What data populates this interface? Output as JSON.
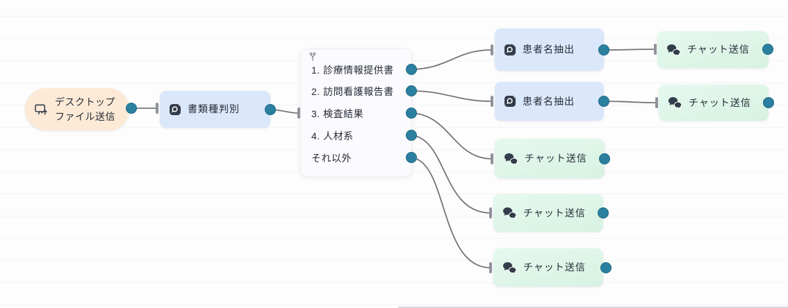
{
  "canvas": {
    "type": "workflow-editor"
  },
  "colors": {
    "port": "#2b80a0",
    "edge": "#74747a",
    "node_trigger_bg": "#fcead7",
    "node_blue_bg": "#dbe7fa",
    "node_green_bg": "#ddf5e7",
    "panel_bg": "#fbfafc",
    "text": "#252b37"
  },
  "icons": {
    "desktop_upload": "desktop-upload-icon",
    "document_search": "document-search-icon",
    "chat_bubbles": "chat-bubbles-icon",
    "branch": "branch-icon"
  },
  "nodes": {
    "desktop_file_send": {
      "label": "デスクトップファイル送信"
    },
    "document_type_classify": {
      "label": "書類種判別"
    },
    "patient_name_extract": {
      "label": "患者名抽出"
    },
    "chat_send": {
      "label": "チャット送信"
    }
  },
  "branch_panel": {
    "items": [
      "1. 診療情報提供書",
      "2. 訪問看護報告書",
      "3. 検査結果",
      "4. 人材系",
      "それ以外"
    ]
  }
}
